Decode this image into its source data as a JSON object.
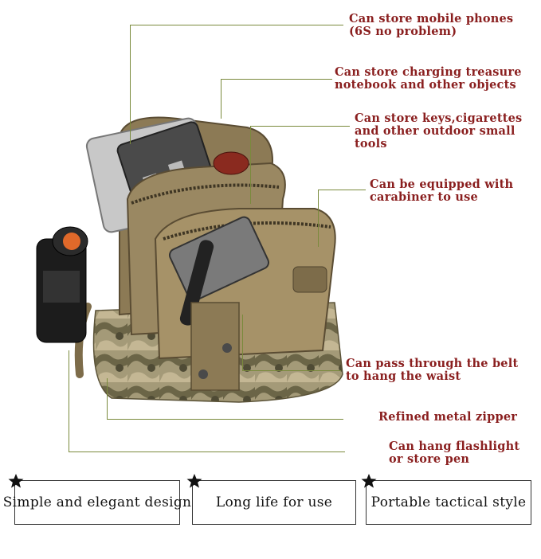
{
  "callouts": [
    {
      "id": "phones",
      "lines": [
        "Can store mobile phones",
        "(6S no problem)"
      ]
    },
    {
      "id": "charging",
      "lines": [
        "Can store charging treasure",
        "notebook and other objects"
      ]
    },
    {
      "id": "keys",
      "lines": [
        "Can store keys,cigarettes",
        "and other outdoor small",
        "tools"
      ]
    },
    {
      "id": "carabiner",
      "lines": [
        "Can be equipped with",
        "carabiner to use"
      ]
    },
    {
      "id": "belt",
      "lines": [
        "Can pass through the belt",
        "to hang the waist"
      ]
    },
    {
      "id": "zipper",
      "lines": [
        "Refined metal zipper"
      ]
    },
    {
      "id": "flashlight",
      "lines": [
        "Can hang flashlight",
        "or store pen"
      ]
    }
  ],
  "features": [
    {
      "id": "simple",
      "label": "Simple and elegant design"
    },
    {
      "id": "long-life",
      "label": "Long life for use"
    },
    {
      "id": "tactical",
      "label": "Portable tactical style"
    }
  ],
  "colors": {
    "callout_text": "#8a1f1f",
    "leader_line": "#7a8a3c",
    "bag_khaki": "#8c7a55",
    "bag_camo_dark": "#5d5a3c",
    "star": "#111111"
  },
  "icons": [
    "star-icon"
  ]
}
